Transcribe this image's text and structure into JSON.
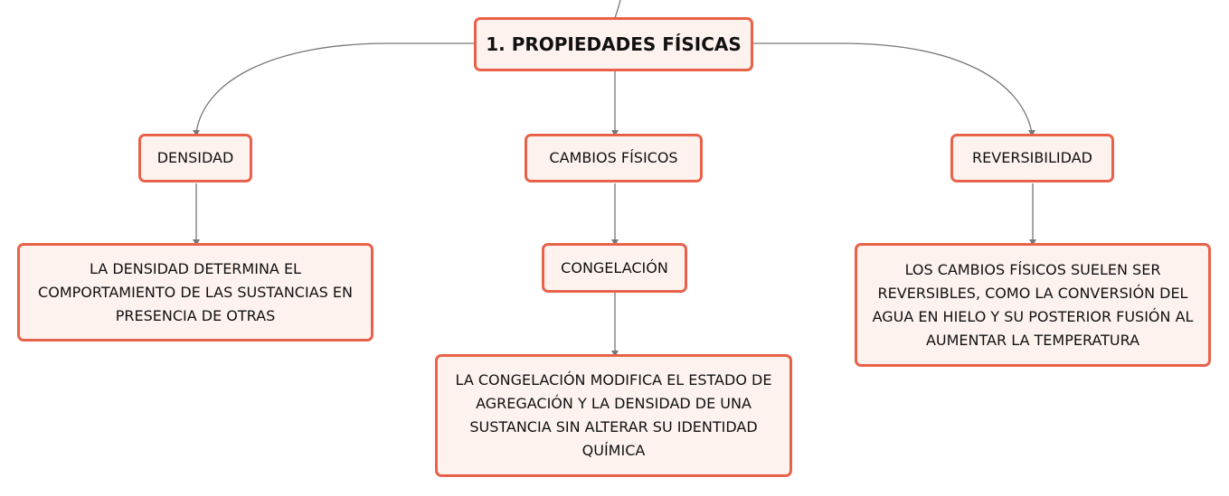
{
  "diagram": {
    "root": {
      "label": "1. PROPIEDADES FÍSICAS"
    },
    "branches": [
      {
        "label": "DENSIDAD",
        "detail": "LA DENSIDAD DETERMINA EL COMPORTAMIENTO DE LAS SUSTANCIAS EN PRESENCIA DE OTRAS"
      },
      {
        "label": "CAMBIOS FÍSICOS",
        "sub": "CONGELACIÓN",
        "detail": "LA CONGELACIÓN MODIFICA EL ESTADO DE AGREGACIÓN Y LA DENSIDAD DE UNA SUSTANCIA SIN ALTERAR SU IDENTIDAD QUÍMICA"
      },
      {
        "label": "REVERSIBILIDAD",
        "detail": "LOS CAMBIOS FÍSICOS SUELEN SER REVERSIBLES, COMO LA CONVERSIÓN DEL AGUA EN HIELO Y SU POSTERIOR FUSIÓN AL AUMENTAR LA TEMPERATURA"
      }
    ]
  },
  "colors": {
    "node_border": "#e8624a",
    "node_fill": "#fdf2ee",
    "connector": "#666666"
  }
}
